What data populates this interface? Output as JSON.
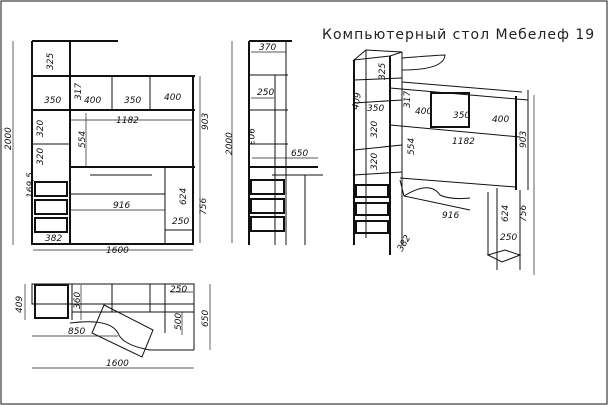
{
  "title": "Компьютерный стол Мебелеф 19",
  "front_view": {
    "dims": [
      "325",
      "317",
      "350",
      "400",
      "350",
      "400",
      "1182",
      "320",
      "554",
      "320",
      "903",
      "169,5",
      "916",
      "624",
      "756",
      "250",
      "382",
      "1600",
      "2000"
    ]
  },
  "side_view": {
    "dims": [
      "370",
      "250",
      "903",
      "2000",
      "650"
    ]
  },
  "top_view": {
    "dims": [
      "409",
      "360",
      "250",
      "500",
      "650",
      "850",
      "1600"
    ]
  },
  "iso_view": {
    "dims": [
      "325",
      "409",
      "350",
      "317",
      "400",
      "350",
      "400",
      "320",
      "554",
      "1182",
      "320",
      "903",
      "916",
      "624",
      "756",
      "250",
      "382"
    ]
  }
}
